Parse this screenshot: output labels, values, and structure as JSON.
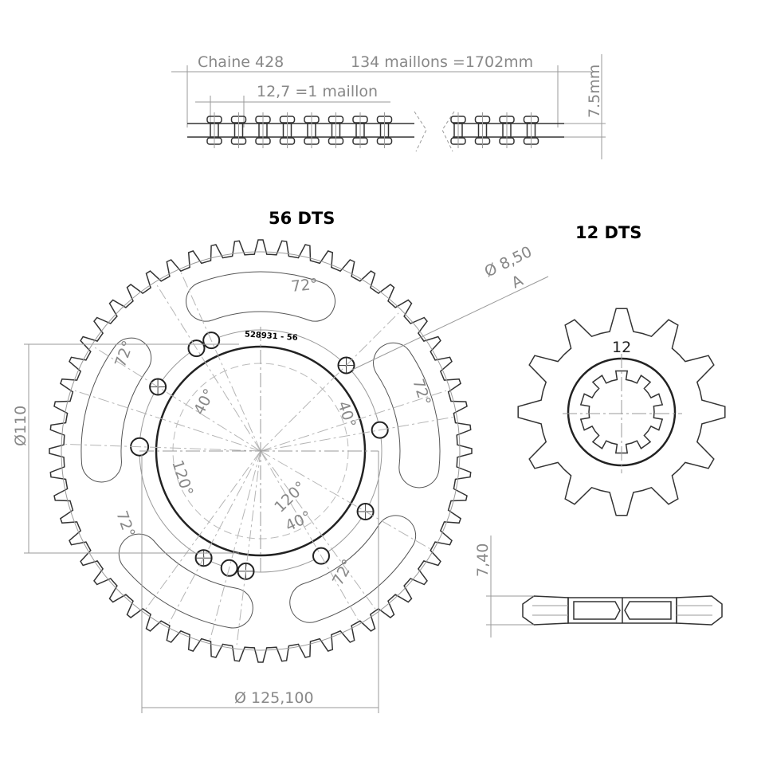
{
  "chain": {
    "label": "Chaine 428",
    "links": "134 maillons =1702mm",
    "pitch": "12,7 =1 maillon",
    "width": "7.5mm"
  },
  "rear_sprocket": {
    "title": "56 DTS",
    "part_number": "528931 - 56",
    "bolt_hole_dia": "Ø 8,50",
    "bolt_hole_ref": "A",
    "slot_angle": "72°",
    "angle_40": "40°",
    "angle_120": "120°",
    "bore_dia": "Ø110",
    "bolt_circle_dia": "Ø 125,100",
    "teeth": 56
  },
  "front_sprocket": {
    "title": "12 DTS",
    "teeth_label": "12",
    "thickness": "7,40",
    "teeth": 12
  },
  "colors": {
    "line": "#333333",
    "dimension": "#9a9a9a",
    "text": "#000000"
  }
}
